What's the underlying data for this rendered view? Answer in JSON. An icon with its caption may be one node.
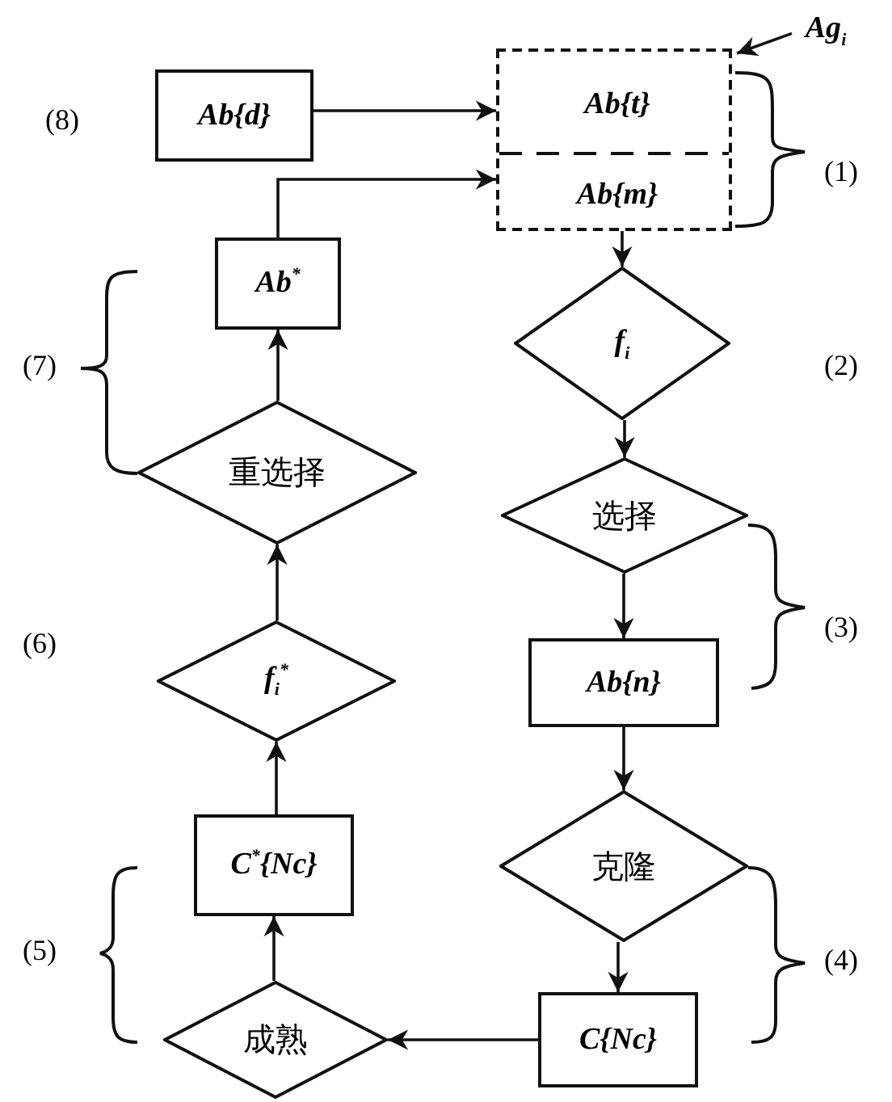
{
  "diagram": {
    "nodes": [
      {
        "text": [],
        "shape": "box"
      },
      {
        "text": [
          "Ab{t}"
        ],
        "in": 0
      },
      {
        "text": [
          "Ab{m}"
        ],
        "in": 0
      },
      {
        "text": [
          "Ag$_{i}$"
        ]
      },
      {
        "text": [
          "Ab{d}"
        ]
      },
      {
        "text": [
          "Ab$^{*}$"
        ]
      },
      {
        "text": [
          "f$_{i}$"
        ]
      },
      {
        "text": [
          "重选择"
        ]
      },
      {
        "text": [
          "选择"
        ]
      },
      {
        "text": [
          "Ab{n}"
        ]
      },
      {
        "text": [
          "f$_{i}$$^{*}$"
        ]
      },
      {
        "text": [
          "C$^{*}${Nc}"
        ]
      },
      {
        "text": [
          "克隆"
        ]
      },
      {
        "text": [
          "成熟"
        ]
      },
      {
        "text": [
          "C{Nc}"
        ]
      }
    ],
    "edges": [
      {
        "from": 3,
        "to": 0,
        "arrow": "to"
      },
      {
        "from": 4,
        "to": 1,
        "arrow": "to"
      },
      {
        "from": 5,
        "to": 2,
        "arrow": "to"
      },
      {
        "from": 0,
        "to": 6,
        "arrow": "to"
      },
      {
        "from": 6,
        "to": 8,
        "arrow": "to"
      },
      {
        "from": 8,
        "to": 9,
        "arrow": "to"
      },
      {
        "from": 9,
        "to": 12,
        "arrow": "to"
      },
      {
        "from": 12,
        "to": 14,
        "arrow": "to"
      },
      {
        "from": 14,
        "to": 13,
        "arrow": "to"
      },
      {
        "from": 13,
        "to": 11,
        "arrow": "to"
      },
      {
        "from": 11,
        "to": 10,
        "arrow": "to"
      },
      {
        "from": 10,
        "to": 7,
        "arrow": "to"
      },
      {
        "from": 7,
        "to": 5,
        "arrow": "to"
      }
    ],
    "labels": [
      "(8)",
      "(1)",
      "(7)",
      "(2)",
      "(3)",
      "(6)",
      "(5)",
      "(4)"
    ]
  }
}
